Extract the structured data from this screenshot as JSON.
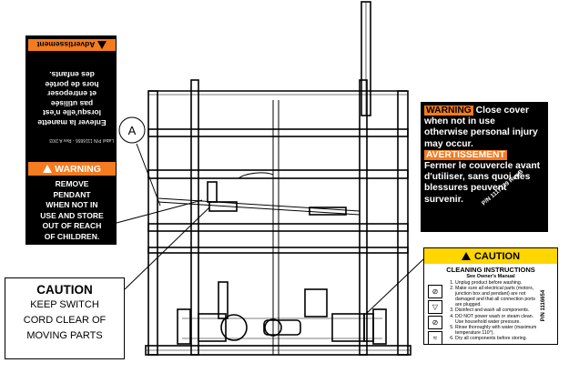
{
  "callout": {
    "letter": "A"
  },
  "left_label": {
    "french": {
      "part_number": "Label P/N 1116656 - Rev A 2/03",
      "lines": [
        "Enlever la manette",
        "lorsqu'elle n'est",
        "pas utilisée",
        "et entreposer",
        "hors de portée",
        "des enfants."
      ],
      "header": "Advertissement"
    },
    "english": {
      "header": "WARNING",
      "lines": [
        "REMOVE",
        "PENDANT",
        "WHEN NOT IN",
        "USE AND STORE",
        "OUT OF REACH",
        "OF CHILDREN."
      ]
    }
  },
  "caution_box": {
    "title": "CAUTION",
    "lines": [
      "KEEP SWITCH",
      "CORD CLEAR OF",
      "MOVING PARTS"
    ]
  },
  "warning_label": {
    "en_header": "WARNING",
    "en_text": "Close cover when not in use otherwise personal injury may occur.",
    "fr_header": "AVERTISSEMENT",
    "fr_text": "Fermer le couvercle avant d'utiliser, sans quoi des blessures peuvent survenir.",
    "part_number": "P/N 1117179  Rev.B"
  },
  "cleaning_label": {
    "header": "CAUTION",
    "title": "CLEANING INSTRUCTIONS",
    "subtitle": "See Owner's Manual",
    "steps": [
      "Unplug product before washing.",
      "Make sure all electrical parts (motors, junction box and pendant) are not damaged and that all connection ports are plugged.",
      "Disinfect and wash all components.",
      "DO NOT power wash or steam clean. Use household water pressure.",
      "Rinse thoroughly with water (maximum temperature 110°).",
      "Dry all components before storing."
    ],
    "part_number": "P/N 1116654"
  },
  "colors": {
    "orange": "#f47b20",
    "yellow": "#ffd600",
    "black": "#000000"
  }
}
